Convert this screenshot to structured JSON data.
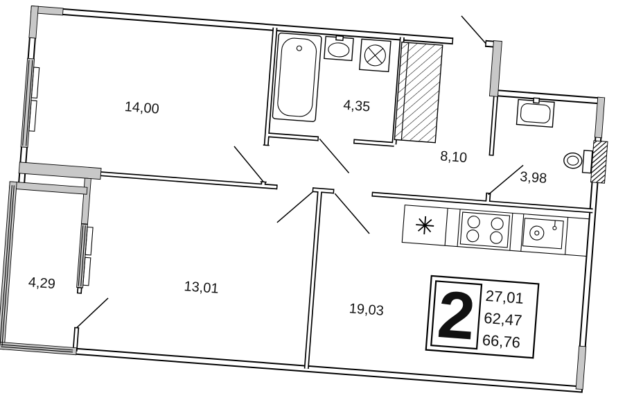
{
  "plan": {
    "type": "apartment floor plan",
    "rooms": [
      {
        "id": "bedroom",
        "area": "14,00"
      },
      {
        "id": "bathroom",
        "area": "4,35"
      },
      {
        "id": "hallway",
        "area": "8,10"
      },
      {
        "id": "wc",
        "area": "3,98"
      },
      {
        "id": "balcony",
        "area": "4,29"
      },
      {
        "id": "room-2",
        "area": "13,01"
      },
      {
        "id": "living-kitchen",
        "area": "19,03"
      }
    ],
    "stamp": {
      "rooms_count": "2",
      "values": [
        "27,01",
        "62,47",
        "66,76"
      ]
    },
    "symbols": [
      "bathtub",
      "washbasin",
      "washing-machine",
      "ventilation-shaft",
      "toilet",
      "water-heater",
      "refrigerator",
      "stove",
      "kitchen-sink",
      "window",
      "door-swing"
    ],
    "colors": {
      "walls": "#000000",
      "wall_fill_gray": "#c8c8c8",
      "paper": "#ffffff",
      "text": "#141414"
    }
  }
}
